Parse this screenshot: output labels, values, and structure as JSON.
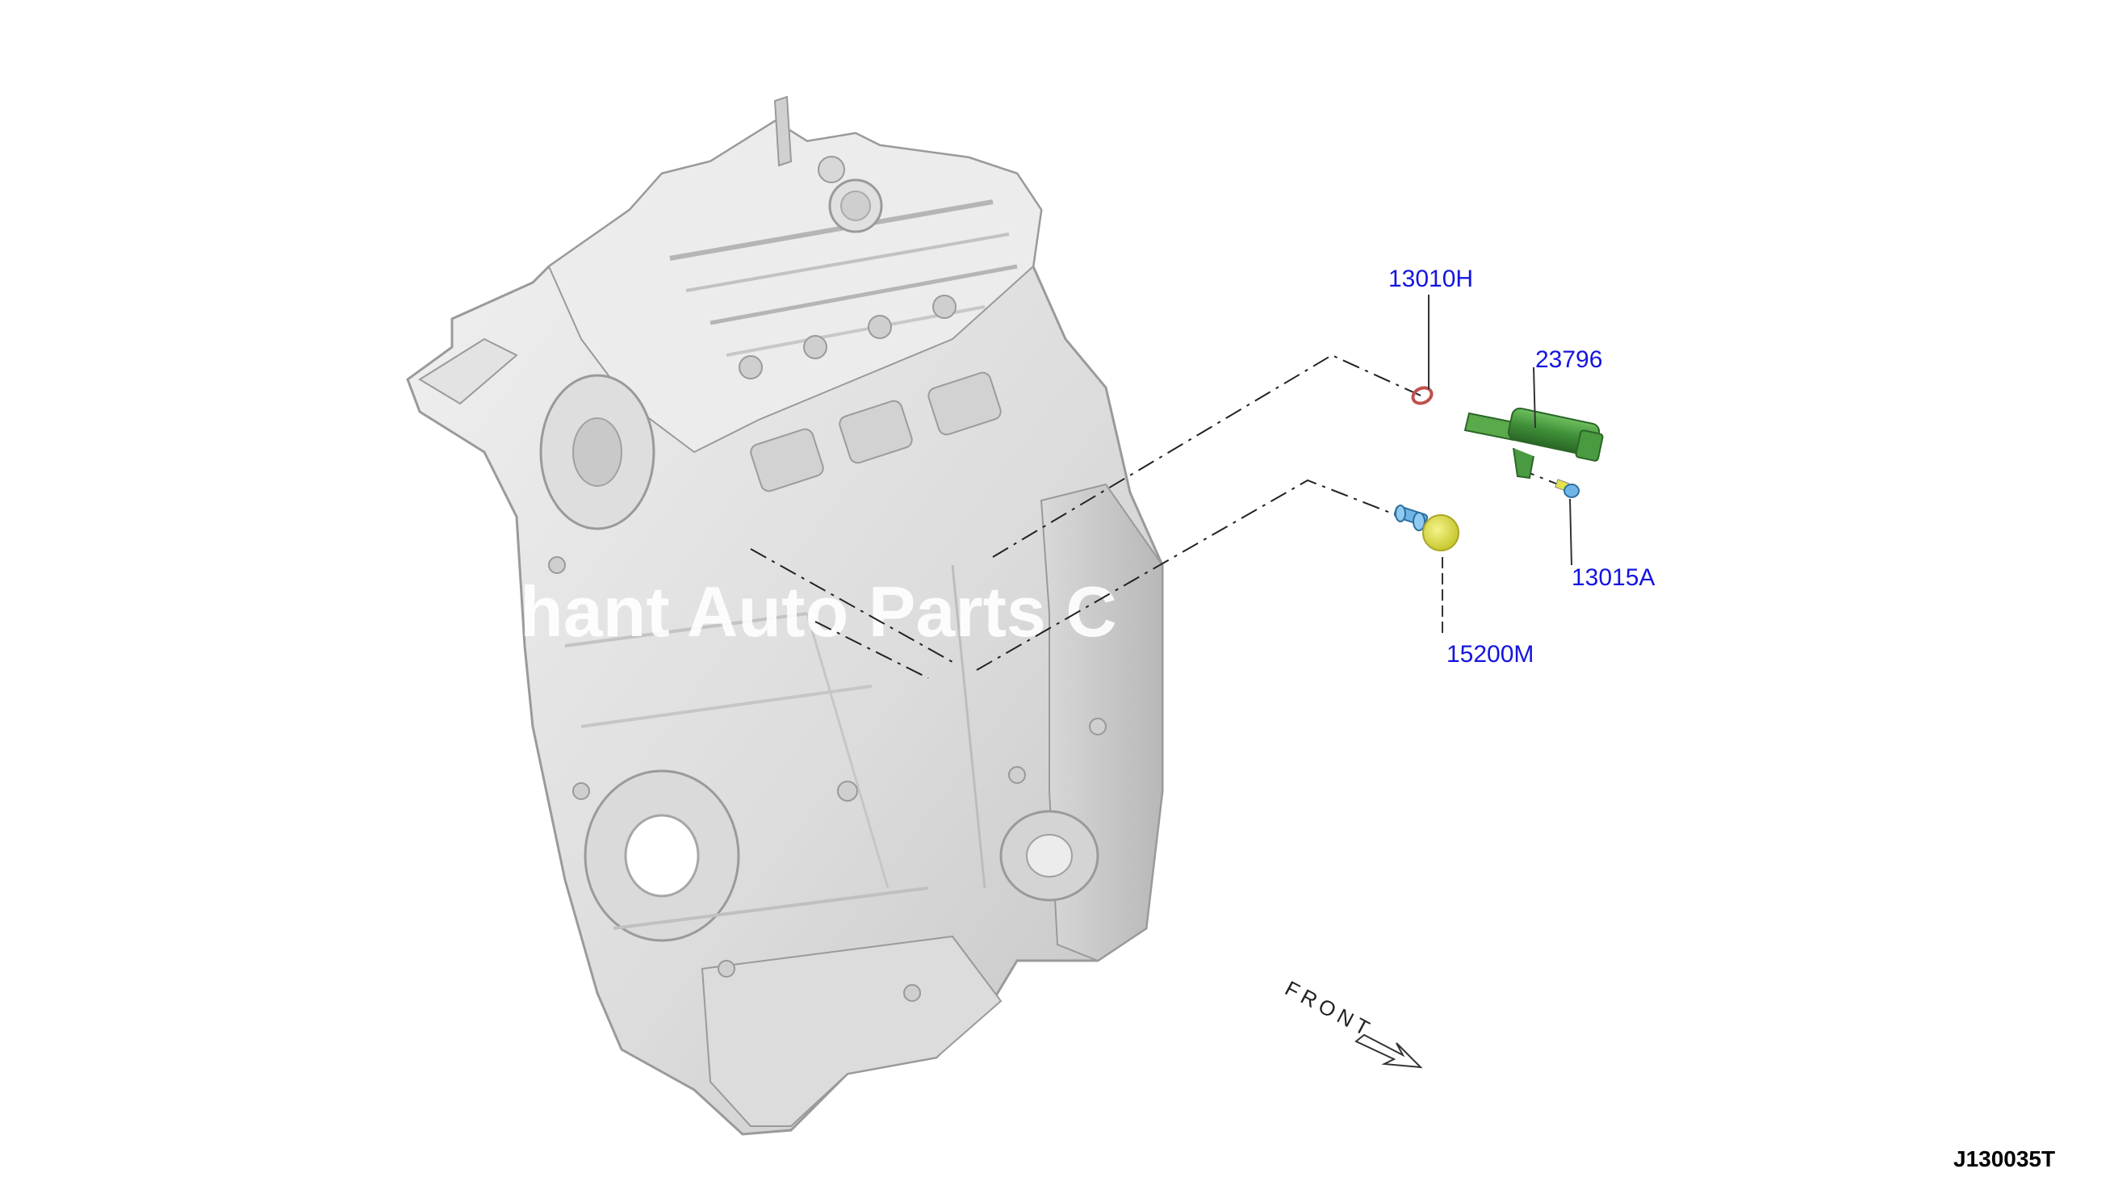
{
  "watermark": "chant Auto Parts C",
  "callouts": {
    "p13010H": "13010H",
    "p23796": "23796",
    "p13015A": "13015A",
    "p15200M": "15200M"
  },
  "front_label": "FRONT",
  "diagram_code": "J130035T",
  "colors": {
    "callout_text": "#1414e0",
    "engine_light": "#e6e6e6",
    "engine_dark": "#a8a8a8",
    "solenoid_green": "#3f8f38",
    "bolt_blue": "#6fb6e6",
    "filter_yellow": "#e2e24a",
    "oring_red": "#c0504d"
  }
}
